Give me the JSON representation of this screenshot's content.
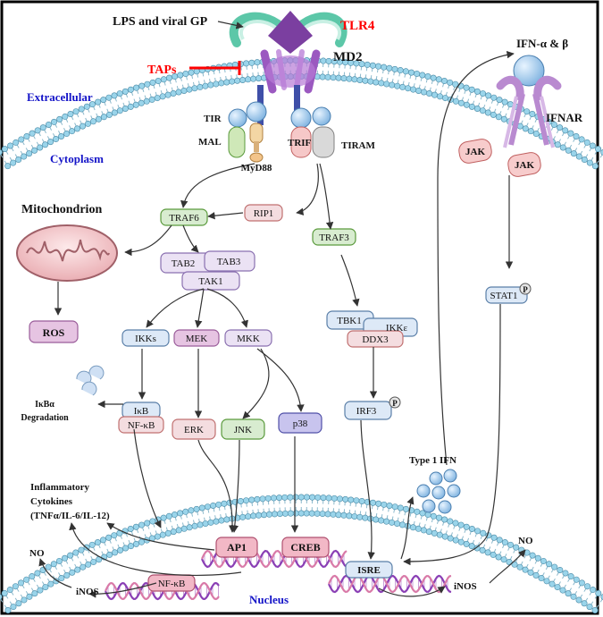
{
  "labels": {
    "lps": "LPS and viral GP",
    "tlr4": "TLR4",
    "md2": "MD2",
    "taps": "TAPs",
    "extracellular": "Extracellular",
    "cytoplasm": "Cytoplasm",
    "tir": "TIR",
    "mal": "MAL",
    "trif": "TRIF",
    "tiram": "TIRAM",
    "myd88": "MyD88",
    "mitochondrion": "Mitochondrion",
    "traf6": "TRAF6",
    "rip1": "RIP1",
    "traf3": "TRAF3",
    "tab2": "TAB2",
    "tab3": "TAB3",
    "tak1": "TAK1",
    "ros": "ROS",
    "ikks": "IKKs",
    "mek": "MEK",
    "mkk": "MKK",
    "tbk1": "TBK1",
    "ikke": "IKKε",
    "ddx3": "DDX3",
    "ikba_deg_1": "IκBα",
    "ikba_deg_2": "Degradation",
    "ikb": "IκB",
    "nfkb": "NF-κB",
    "erk": "ERK",
    "jnk": "JNK",
    "p38": "p38",
    "irf3": "IRF3",
    "phospho": "P",
    "type1ifn": "Type 1 IFN",
    "infl_1": "Inflammatory",
    "infl_2": "Cytokines",
    "infl_3": "(TNFα/IL-6/IL-12)",
    "no_left": "NO",
    "inos_left": "iNOS",
    "nfkb_nuc": "NF-κB",
    "ap1": "AP1",
    "creb": "CREB",
    "isre": "ISRE",
    "nucleus": "Nucleus",
    "inos_right": "iNOS",
    "no_right": "NO",
    "ifn_ab": "IFN-α & β",
    "ifnar": "IFNAR",
    "jak1": "JAK",
    "jak2": "JAK",
    "stat1": "STAT1"
  },
  "colors": {
    "title_red": "#ff0000",
    "compartment_blue": "#1414c8",
    "membrane_blue": "#9ad4ea",
    "traf6_fill": "#d8ecd0",
    "pink_fill": "#f4dde0",
    "lilac_fill": "#ebe2f4",
    "blue_fill": "#dde9f7",
    "ap1_fill": "#f2b8c6",
    "p38_fill": "#c8c4ee",
    "mek_fill": "#e6c4e2",
    "dna_purple": "#8a3fb5",
    "dna_pink": "#d97aa8"
  },
  "icons": [
    "mitochondrion-icon",
    "lipid-bilayer",
    "dna-helix",
    "tlr4-receptor",
    "ifnar-receptor",
    "ifn-molecule-cluster",
    "degradation-fragments-icon"
  ]
}
